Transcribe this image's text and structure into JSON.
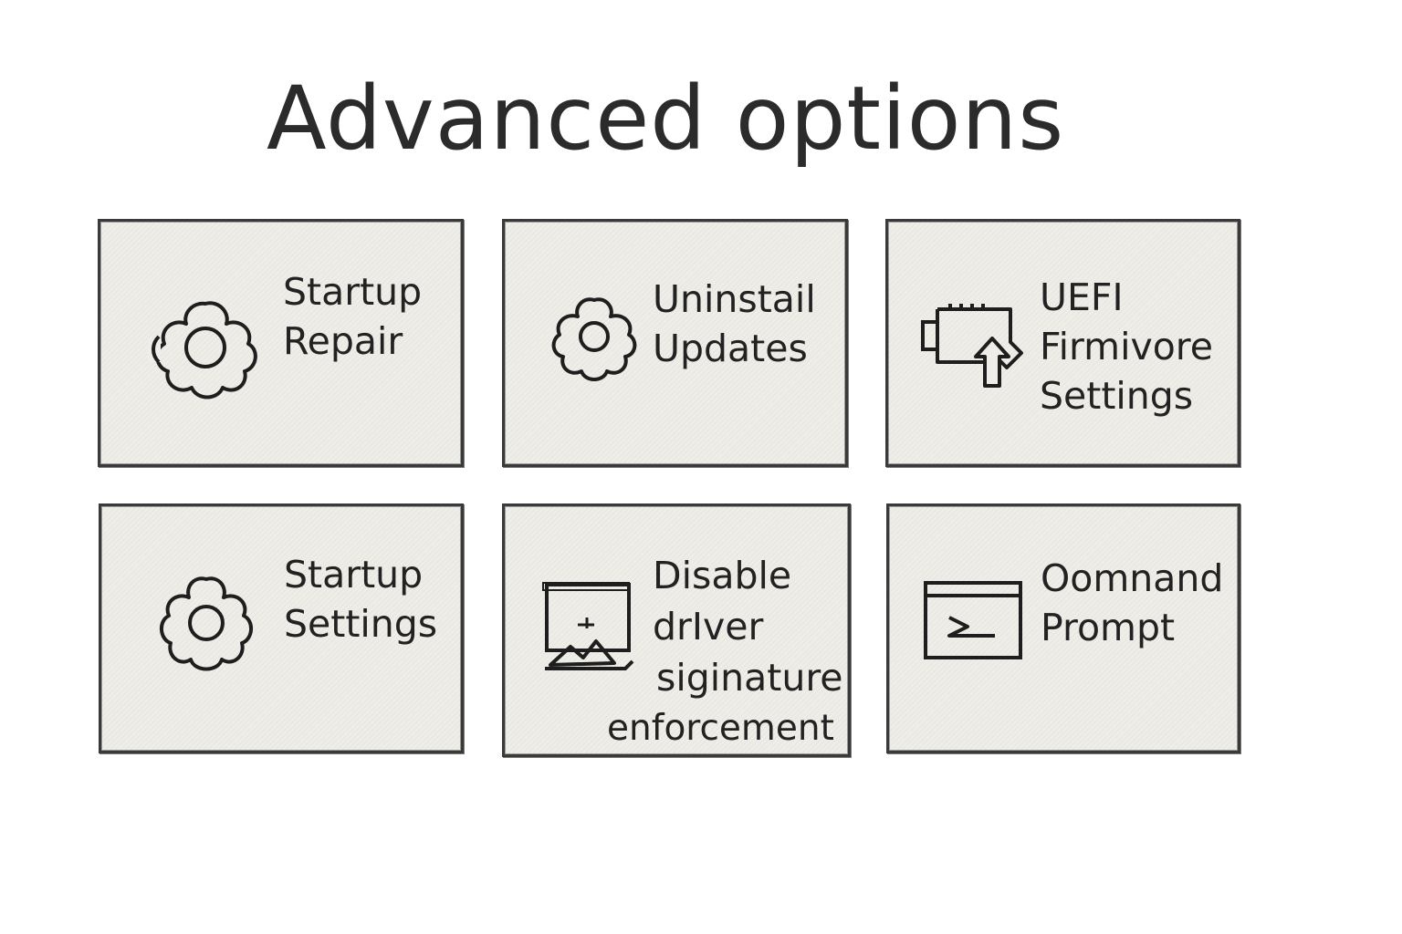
{
  "page": {
    "title": "Advanced options"
  },
  "tiles": [
    {
      "id": "startup-repair",
      "icon": "gear-icon",
      "lines": [
        "Startup",
        "Repair"
      ]
    },
    {
      "id": "uninstall-updates",
      "icon": "gear-icon",
      "lines": [
        "Uninstail",
        "Updates"
      ]
    },
    {
      "id": "uefi-firmware-settings",
      "icon": "firmware-chip-icon",
      "lines": [
        "UEFI",
        "Firmivore",
        "Settings"
      ]
    },
    {
      "id": "startup-settings",
      "icon": "gear-icon",
      "lines": [
        "Startup",
        "Settings"
      ]
    },
    {
      "id": "disable-driver-signature-enforcement",
      "icon": "driver-image-icon",
      "lines": [
        "Disable",
        "drIver",
        "siginature",
        "enforcement"
      ]
    },
    {
      "id": "command-prompt",
      "icon": "terminal-icon",
      "lines": [
        "Oomnand",
        "Prompt"
      ]
    }
  ]
}
